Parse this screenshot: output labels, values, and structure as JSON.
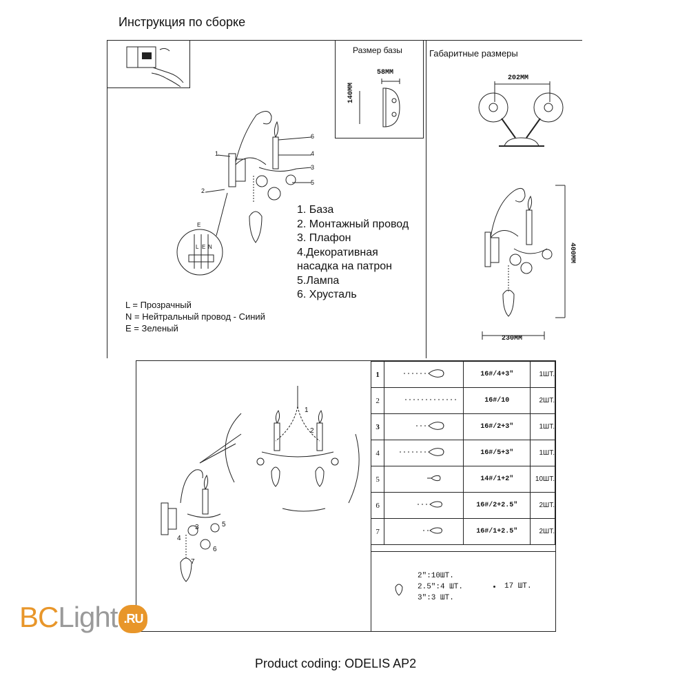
{
  "document": {
    "title": "Инструкция по сборке",
    "base_size": {
      "heading": "Размер базы",
      "width": "58MM",
      "height": "140MM"
    },
    "overall_size": {
      "heading": "Габаритные размеры",
      "top_width": "202MM",
      "height": "400MM",
      "width": "230MM"
    },
    "callout_numbers": [
      "1",
      "2",
      "3",
      "4",
      "5",
      "6"
    ],
    "wiring_labels": {
      "earth": "E",
      "live": "L",
      "neutral": "N"
    },
    "parts_legend": [
      "1. База",
      "2. Монтажный провод",
      "3. Плафон",
      "4.Декоративная",
      "насадка на патрон",
      "5.Лампа",
      "6. Хрусталь"
    ],
    "wire_legend": [
      "L = Прозрачный",
      "N = Нейтральный провод - Синий",
      "E = Зеленый"
    ],
    "crystal_callouts": [
      "1",
      "2",
      "3",
      "4",
      "5",
      "6",
      "7"
    ],
    "crystal_table": [
      {
        "num": "1",
        "code": "16#/4+3\"",
        "qty": "1ШТ."
      },
      {
        "num": "2",
        "code": "16#/10",
        "qty": "2ШТ."
      },
      {
        "num": "3",
        "code": "16#/2+3\"",
        "qty": "1ШТ."
      },
      {
        "num": "4",
        "code": "16#/5+3\"",
        "qty": "1ШТ."
      },
      {
        "num": "5",
        "code": "14#/1+2\"",
        "qty": "10ШТ."
      },
      {
        "num": "6",
        "code": "16#/2+2.5\"",
        "qty": "2ШТ."
      },
      {
        "num": "7",
        "code": "16#/1+2.5\"",
        "qty": "2ШТ."
      }
    ],
    "summary": {
      "pendants": [
        "2\":10ШТ.",
        "2.5\":4 ШТ.",
        "3\":3 ШТ."
      ],
      "beads": "17 ШТ."
    },
    "logo": {
      "bc": "BC",
      "light": "Light",
      "ru": ".RU"
    },
    "product_coding": "Product coding: ODELIS AP2"
  }
}
